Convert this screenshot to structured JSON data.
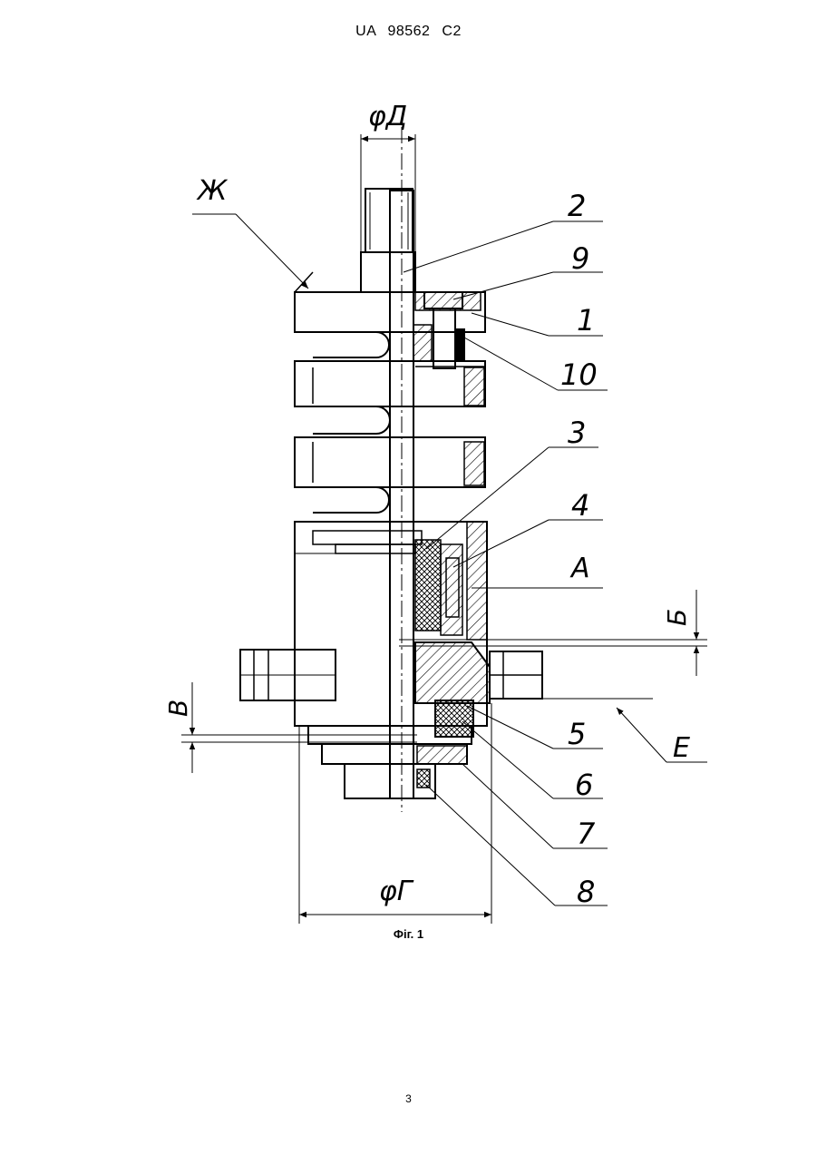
{
  "header": {
    "doc_number": "UA   98562   C2"
  },
  "figure": {
    "caption": "Фіг. 1",
    "labels": {
      "dia_d": "φД",
      "dia_g": "φГ",
      "zh": "Ж",
      "a": "А",
      "b": "Б",
      "v": "В",
      "e": "Е",
      "p1": "1",
      "p2": "2",
      "p3": "3",
      "p4": "4",
      "p5": "5",
      "p6": "6",
      "p7": "7",
      "p8": "8",
      "p9": "9",
      "p10": "10"
    }
  },
  "page_number": "3"
}
